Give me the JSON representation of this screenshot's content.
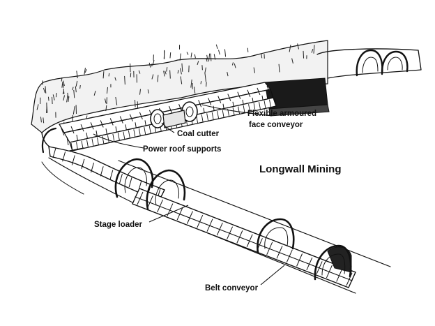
{
  "title": "Longwall Mining",
  "labels": {
    "face_conveyor_line1": "Flexible armoured",
    "face_conveyor_line2": "face conveyor",
    "coal_cutter": "Coal cutter",
    "roof_supports": "Power roof supports",
    "stage_loader": "Stage loader",
    "belt_conveyor": "Belt conveyor"
  },
  "colors": {
    "ink": "#111111",
    "paper": "#ffffff",
    "coal": "#1a1a1a"
  }
}
